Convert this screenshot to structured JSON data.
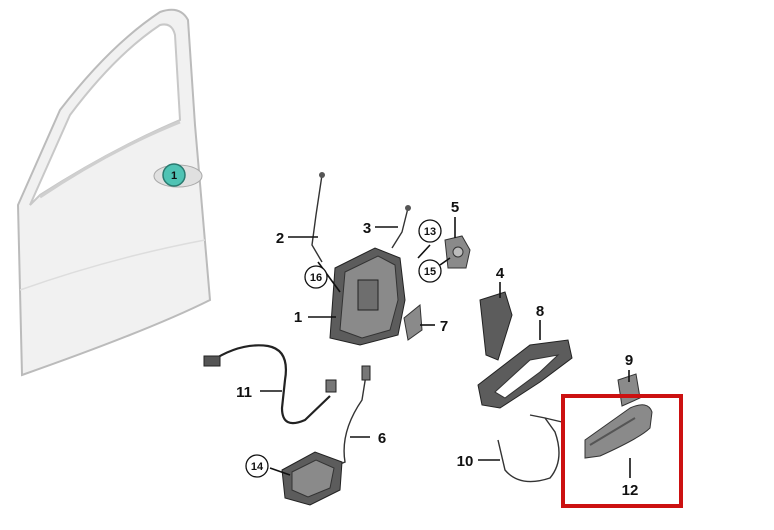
{
  "diagram": {
    "highlight_color": "#cc1111",
    "door_badge_color": "#4fc3b4",
    "callouts": [
      {
        "id": "c1",
        "label": "1",
        "style": "plain"
      },
      {
        "id": "c1door",
        "label": "1",
        "style": "badge"
      },
      {
        "id": "c2",
        "label": "2",
        "style": "plain"
      },
      {
        "id": "c3",
        "label": "3",
        "style": "plain"
      },
      {
        "id": "c4",
        "label": "4",
        "style": "plain"
      },
      {
        "id": "c5",
        "label": "5",
        "style": "plain"
      },
      {
        "id": "c6",
        "label": "6",
        "style": "plain"
      },
      {
        "id": "c7",
        "label": "7",
        "style": "plain"
      },
      {
        "id": "c8",
        "label": "8",
        "style": "plain"
      },
      {
        "id": "c9",
        "label": "9",
        "style": "plain"
      },
      {
        "id": "c10",
        "label": "10",
        "style": "plain"
      },
      {
        "id": "c11",
        "label": "11",
        "style": "plain"
      },
      {
        "id": "c12",
        "label": "12",
        "style": "plain"
      },
      {
        "id": "c13",
        "label": "13",
        "style": "circled"
      },
      {
        "id": "c14",
        "label": "14",
        "style": "circled"
      },
      {
        "id": "c15",
        "label": "15",
        "style": "circled"
      },
      {
        "id": "c16",
        "label": "16",
        "style": "circled"
      }
    ]
  }
}
